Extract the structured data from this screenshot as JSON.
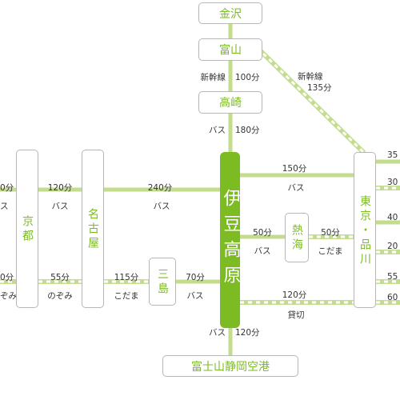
{
  "stations": {
    "kanazawa": "金沢",
    "toyama": "富山",
    "takasaki": "高崎",
    "izukogen": "伊豆高原",
    "kyoto": "京都",
    "nagoya": "名古屋",
    "mishima": "三島",
    "atami": "熱海",
    "tokyo_shinagawa": "東京・品川",
    "airport": "富士山静岡空港"
  },
  "routes": {
    "toyama_takasaki_mode": "新幹線",
    "toyama_takasaki_time": "100分",
    "toyama_tokyo_mode": "新幹線",
    "toyama_tokyo_time": "135分",
    "takasaki_izu_mode": "バス",
    "takasaki_izu_time": "180分",
    "izu_tokyo_bus_time": "150分",
    "izu_tokyo_bus_mode": "バス",
    "izu_tokyo_charter_time": "120分",
    "izu_tokyo_charter_mode": "貸切",
    "nagoya_izu_time": "240分",
    "nagoya_izu_mode": "バス",
    "kyoto_nagoya_bus_time": "120分",
    "kyoto_nagoya_bus_mode": "バス",
    "kyoto_nagoya_rail_time": "55分",
    "kyoto_nagoya_rail_mode": "のぞみ",
    "nagoya_mishima_time": "115分",
    "nagoya_mishima_mode": "こだま",
    "mishima_izu_time": "70分",
    "mishima_izu_mode": "バス",
    "izu_atami_time": "50分",
    "izu_atami_mode": "バス",
    "atami_tokyo_time": "50分",
    "atami_tokyo_mode": "こだま",
    "izu_airport_mode": "バス",
    "izu_airport_time": "120分",
    "left_top_time": "0分",
    "left_top_mode": "ス",
    "left_bottom_time": "0分",
    "left_bottom_mode": "ぞみ",
    "right_1": "35",
    "right_2": "30",
    "right_3": "40",
    "right_4": "20",
    "right_5": "55",
    "right_6": "60"
  },
  "colors": {
    "line_green": "#c4dc8e",
    "rail_stripe": "#ffffff",
    "hub_green": "#7cbb22",
    "station_text": "#7cbb22",
    "border_gray": "#b7b7b7"
  }
}
